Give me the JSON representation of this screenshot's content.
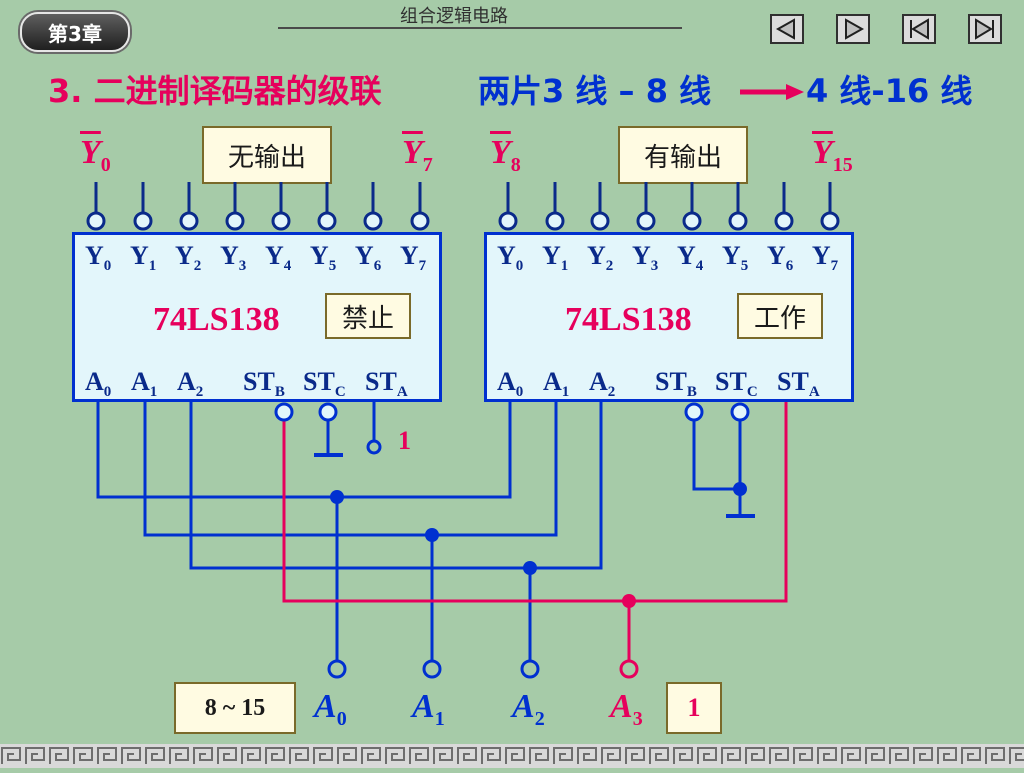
{
  "header": {
    "chapter_badge": "第3章",
    "title": "组合逻辑电路"
  },
  "nav": {
    "buttons": [
      "prev-icon",
      "next-icon",
      "first-icon",
      "last-icon"
    ]
  },
  "slide": {
    "heading": "3.  二进制译码器的级联",
    "subheading_left": "两片3 线 – 8 线",
    "subheading_right": "4 线-16 线"
  },
  "outputs": {
    "y_first": "Y",
    "y_first_sub": "0",
    "y_mid1": "Y",
    "y_mid1_sub": "7",
    "y_mid2": "Y",
    "y_mid2_sub": "8",
    "y_last": "Y",
    "y_last_sub": "15",
    "left_note": "无输出",
    "right_note": "有输出"
  },
  "chips": [
    {
      "name": "74LS138",
      "state": "禁止",
      "outputs": [
        "Y",
        "Y",
        "Y",
        "Y",
        "Y",
        "Y",
        "Y",
        "Y"
      ],
      "output_subs": [
        "0",
        "1",
        "2",
        "3",
        "4",
        "5",
        "6",
        "7"
      ],
      "inputs": [
        "A",
        "A",
        "A"
      ],
      "input_subs": [
        "0",
        "1",
        "2"
      ],
      "enables": [
        "ST",
        "ST",
        "ST"
      ],
      "enable_subs": [
        "B",
        "C",
        "A"
      ]
    },
    {
      "name": "74LS138",
      "state": "工作",
      "outputs": [
        "Y",
        "Y",
        "Y",
        "Y",
        "Y",
        "Y",
        "Y",
        "Y"
      ],
      "output_subs": [
        "0",
        "1",
        "2",
        "3",
        "4",
        "5",
        "6",
        "7"
      ],
      "inputs": [
        "A",
        "A",
        "A"
      ],
      "input_subs": [
        "0",
        "1",
        "2"
      ],
      "enables": [
        "ST",
        "ST",
        "ST"
      ],
      "enable_subs": [
        "B",
        "C",
        "A"
      ]
    }
  ],
  "inputs": {
    "a0": "A",
    "a0_sub": "0",
    "a1": "A",
    "a1_sub": "1",
    "a2": "A",
    "a2_sub": "2",
    "a3": "A",
    "a3_sub": "3",
    "range_note": "8 ~ 15",
    "a3_value": "1",
    "sta_value": "1"
  },
  "colors": {
    "background": "#a6cba8",
    "wire_blue": "#0030d0",
    "wire_red": "#e6005c",
    "chip_fill": "#e3f6fb"
  }
}
